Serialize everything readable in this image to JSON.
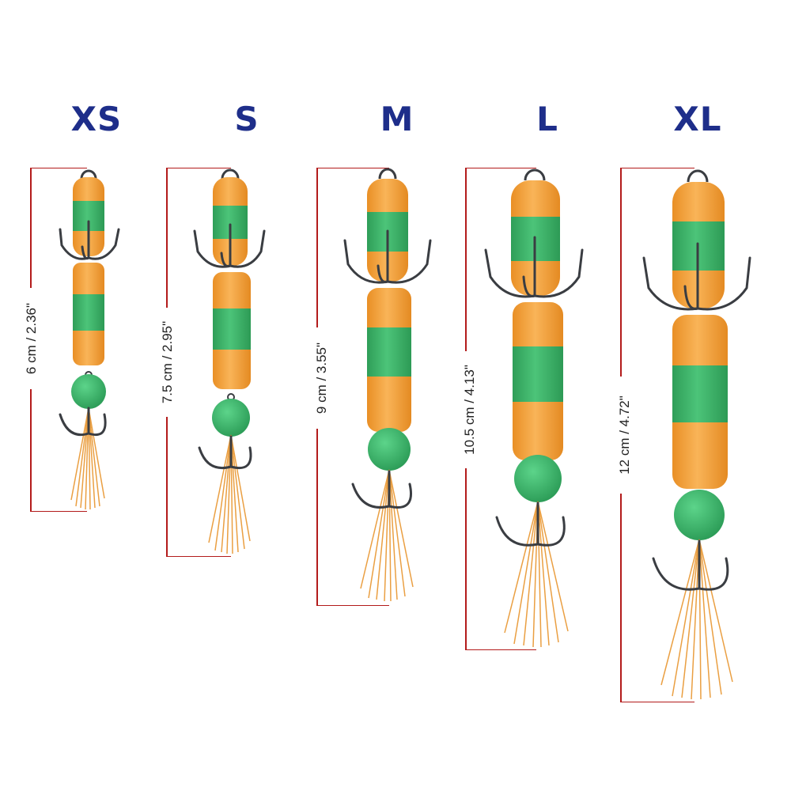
{
  "sizes": [
    {
      "label": "XS",
      "measurement": "6 cm / 2.36\""
    },
    {
      "label": "S",
      "measurement": "7.5 cm / 2.95\""
    },
    {
      "label": "M",
      "measurement": "9 cm / 3.55\""
    },
    {
      "label": "L",
      "measurement": "10.5 cm / 4.13\""
    },
    {
      "label": "XL",
      "measurement": "12 cm / 4.72\""
    }
  ],
  "colors": {
    "label": "#1e2e8a",
    "bracket": "#b31b1b",
    "foam_orange": "#f5a63a",
    "foam_green": "#3fb86a",
    "bead_green": "#35b566",
    "hook_metal": "#3a3d42",
    "tail_orange": "#e8952e"
  },
  "icons": [
    "treble-hook-icon",
    "foam-body-icon",
    "bead-icon",
    "tinsel-tail-icon"
  ]
}
